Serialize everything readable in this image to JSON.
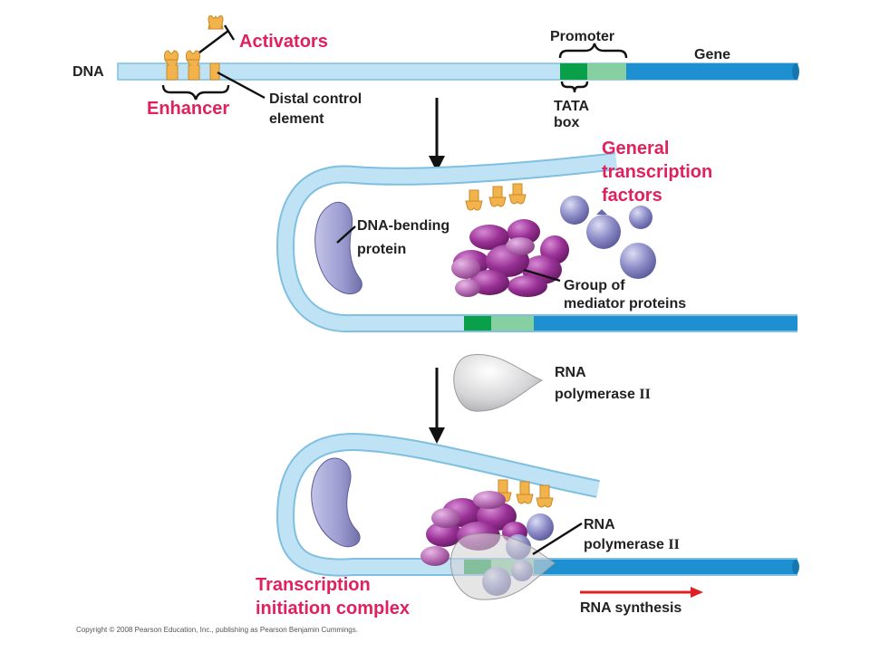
{
  "labels": {
    "dna": "DNA",
    "activators": "Activators",
    "enhancer": "Enhancer",
    "distal_line1": "Distal control",
    "distal_line2": "element",
    "promoter": "Promoter",
    "gene": "Gene",
    "tata_line1": "TATA",
    "tata_line2": "box",
    "gtf_line1": "General",
    "gtf_line2": "transcription",
    "gtf_line3": "factors",
    "dna_bending_line1": "DNA-bending",
    "dna_bending_line2": "protein",
    "mediator_line1": "Group of",
    "mediator_line2": "mediator proteins",
    "rnap1_line1": "RNA",
    "rnap1_line2a": "polymerase ",
    "rnap1_line2b": "II",
    "rnap2_line1": "RNA",
    "rnap2_line2a": "polymerase ",
    "rnap2_line2b": "II",
    "tic_line1": "Transcription",
    "tic_line2": "initiation complex",
    "rna_synthesis": "RNA synthesis",
    "copyright": "Copyright © 2008 Pearson Education, Inc., publishing as Pearson Benjamin Cummings."
  },
  "colors": {
    "dna_light": "#bfe3f5",
    "dna_outline": "#7fbfe0",
    "gene_blue": "#1e8fd0",
    "tata_green": "#0aa04a",
    "promoter_green": "#86cfa0",
    "activator_orange": "#f2b24c",
    "mediator_purple": "#8a2a86",
    "gtf_blue": "#8c8cc8",
    "bending_lavender": "#9a9ad0",
    "polymerase_gray": "#d4d4d6",
    "highlight_pink": "#e0215e",
    "arrow_red": "#e02020"
  }
}
